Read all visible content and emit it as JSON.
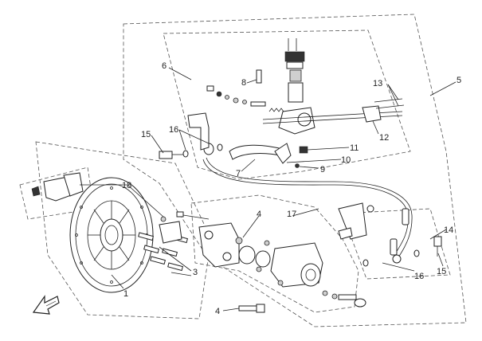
{
  "callouts": {
    "c1": "1",
    "c3": "3",
    "c4a": "4",
    "c4b": "4",
    "c5": "5",
    "c6": "6",
    "c7": "7",
    "c8": "8",
    "c9": "9",
    "c10": "10",
    "c11": "11",
    "c12": "12",
    "c13": "13",
    "c14": "14",
    "c15a": "15",
    "c15b": "15",
    "c16a": "16",
    "c16b": "16",
    "c17": "17",
    "c18": "18"
  },
  "icons": {
    "direction_arrow": "front-direction-arrow-icon"
  }
}
